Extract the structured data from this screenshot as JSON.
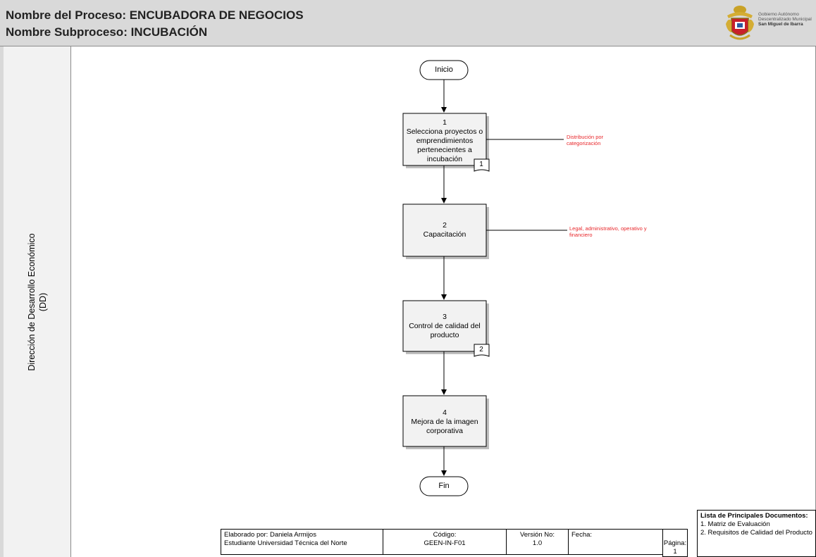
{
  "header": {
    "process_line": "Nombre del Proceso: ENCUBADORA DE NEGOCIOS",
    "subprocess_line": "Nombre Subproceso: INCUBACIÓN",
    "logo_line1": "Gobierno Autónomo",
    "logo_line2": "Descentralizado Municipal",
    "logo_line3": "San Miguel de Ibarra"
  },
  "lane": {
    "line1": "Dirección de Desarrollo Económico",
    "line2": "(DD)"
  },
  "flow": {
    "start": "Inicio",
    "end": "Fin",
    "steps": [
      {
        "num": "1",
        "text": "Selecciona proyectos o emprendimientos pertenecientes a incubación",
        "doc": "1"
      },
      {
        "num": "2",
        "text": "Capacitación"
      },
      {
        "num": "3",
        "text": "Control de calidad del producto",
        "doc": "2"
      },
      {
        "num": "4",
        "text": "Mejora de la imagen corporativa"
      }
    ],
    "notes": [
      "Distribución por categorización",
      "Legal, administrativo, operativo y financiero"
    ]
  },
  "footer": {
    "elaborado_line1": "Elaborado por: Daniela Armijos",
    "elaborado_line2": "Estudiante Universidad Técnica del Norte",
    "codigo_label": "Código:",
    "codigo_value": "GEEN-IN-F01",
    "version_label": "Versión No:",
    "version_value": "1.0",
    "fecha_label": "Fecha:",
    "pagina_label": "Página:",
    "pagina_value": "1"
  },
  "documents": {
    "title": "Lista de Principales Documentos:",
    "items": [
      "1. Matriz de Evaluación",
      "2. Requisitos de Calidad del Producto"
    ]
  },
  "colors": {
    "header_bg": "#d9d9d9",
    "lane_bg": "#f2f2f2",
    "note_red": "#e8262a",
    "box_fill": "#f2f2f2"
  }
}
